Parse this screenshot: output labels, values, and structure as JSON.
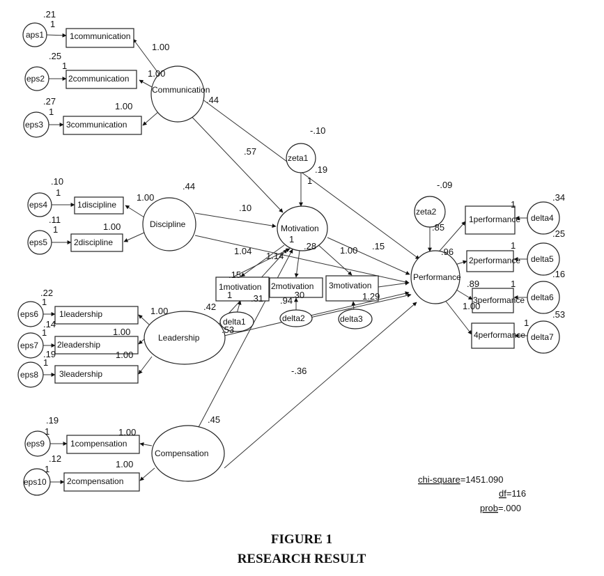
{
  "latents": {
    "communication": "Communication",
    "discipline": "Discipline",
    "motivation": "Motivation",
    "leadership": "Leadership",
    "compensation": "Compensation",
    "performance": "Performance"
  },
  "indicators": {
    "c1": "1communication",
    "c2": "2communication",
    "c3": "3communication",
    "d1": "1discipline",
    "d2": "2discipline",
    "l1": "1leadership",
    "l2": "2leadership",
    "l3": "3leadership",
    "k1": "1compensation",
    "k2": "2compensation",
    "m1": "1motivation",
    "m2": "2motivation",
    "m3": "3motivation",
    "p1": "1performance",
    "p2": "2performance",
    "p3": "3performance",
    "p4": "4performance"
  },
  "errors": {
    "eps1": "aps1",
    "eps2": "eps2",
    "eps3": "eps3",
    "eps4": "eps4",
    "eps5": "eps5",
    "eps6": "eps6",
    "eps7": "eps7",
    "eps8": "eps8",
    "eps9": "eps9",
    "eps10": "eps10",
    "delta1": "delta1",
    "delta2": "delta2",
    "delta3": "delta3",
    "delta4": "delta4",
    "delta5": "delta5",
    "delta6": "delta6",
    "delta7": "delta7",
    "zeta1": "zeta1",
    "zeta2": "zeta2"
  },
  "estimates": {
    "v_eps1": ".21",
    "v_eps2": ".25",
    "v_eps3": ".27",
    "v_eps4": ".10",
    "v_eps5": ".11",
    "v_eps6": ".22",
    "v_eps7": ".14",
    "v_eps8": ".19",
    "v_eps9": ".19",
    "v_eps10": ".12",
    "v_comm": ".44",
    "v_disc": ".44",
    "v_zeta1": "-.10",
    "v_zeta2": "-.09",
    "v_delta1": ".42",
    "v_delta2": ".94",
    "v_delta3": "1.29",
    "v_delta4": ".34",
    "v_delta5": ".25",
    "v_delta6": ".16",
    "v_delta7": ".53",
    "load_c1": "1.00",
    "load_c2": "1.00",
    "load_c3": "1.00",
    "load_d1": "1.00",
    "load_d2": "1.00",
    "load_l1": "1.00",
    "load_l2": "1.00",
    "load_l3": "1.00",
    "load_k1": "1.00",
    "load_k2": "1.00",
    "load_m1": ".15",
    "load_m2": ".28",
    "load_m3": "1.00",
    "load_p1": ".96",
    "load_p3": ".89",
    "load_p4": "1.00",
    "r2_mot": ".19",
    "r2_perf": ".85",
    "path_comm_mot": ".57",
    "path_disc_mot": ".10",
    "path_disc_perf": "1.04",
    "path_mot_perf": ".15",
    "path_lead_mot": "1.14",
    "path_lead_perf": ".53",
    "path_comp_mot": ".45",
    "path_comp_perf": "-.36",
    "m_delta1": ".31",
    "m_delta2": ".30",
    "one": "1"
  },
  "stats": {
    "chi_key": "chi-square",
    "chi_val": "=1451.090",
    "df_key": "df",
    "df_val": "=116",
    "prob_key": "prob",
    "prob_val": "=.000"
  },
  "caption": {
    "line1": "FIGURE 1",
    "line2": "RESEARCH RESULT"
  }
}
